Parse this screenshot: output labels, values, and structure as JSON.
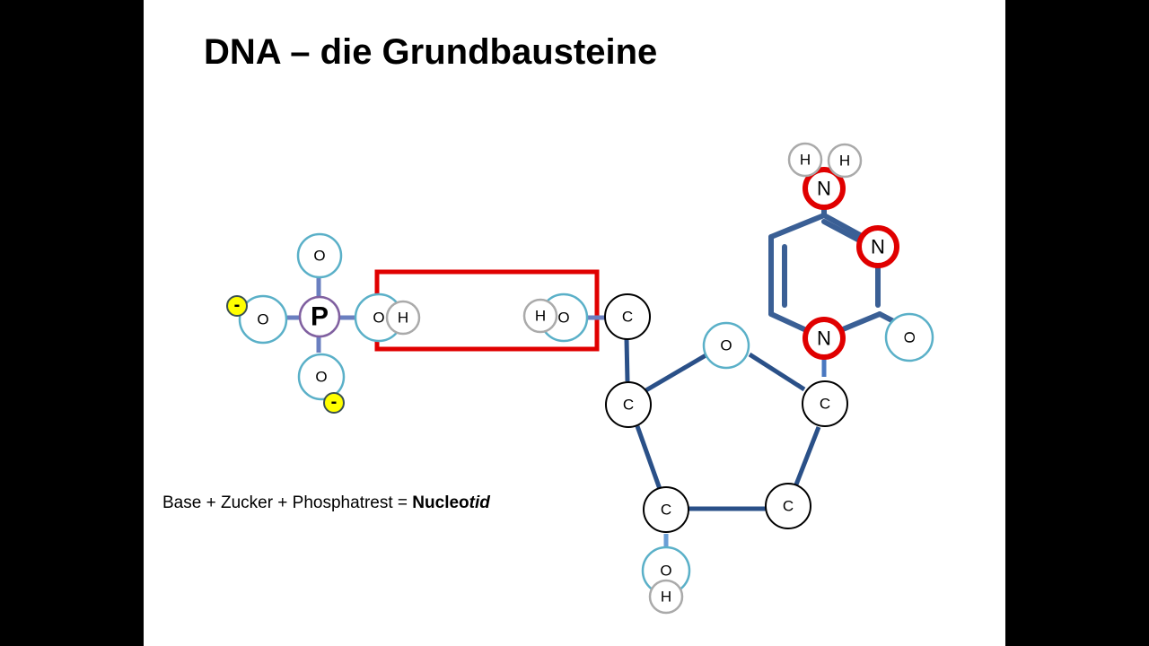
{
  "slide": {
    "title": "DNA – die Grundbausteine",
    "formula": {
      "text": "Base + Zucker + Phosphatrest = ",
      "bold_prefix": "Nucleo",
      "bold_italic_suffix": "tid"
    }
  },
  "colors": {
    "background": "#000000",
    "slide": "#ffffff",
    "phosphate_bond": "#6a7fc0",
    "sugar_bond": "#2a5088",
    "oxygen_ring": "#5ab0c8",
    "hydrogen_ring": "#aaaaaa",
    "nitrogen_ring": "#e00000",
    "phosphorus_ring": "#8060a0",
    "highlight_box": "#e00000",
    "charge_fill": "#ffff00"
  },
  "atoms": {
    "p": "P",
    "o": "O",
    "h": "H",
    "c": "C",
    "n": "N",
    "charge": "-"
  }
}
